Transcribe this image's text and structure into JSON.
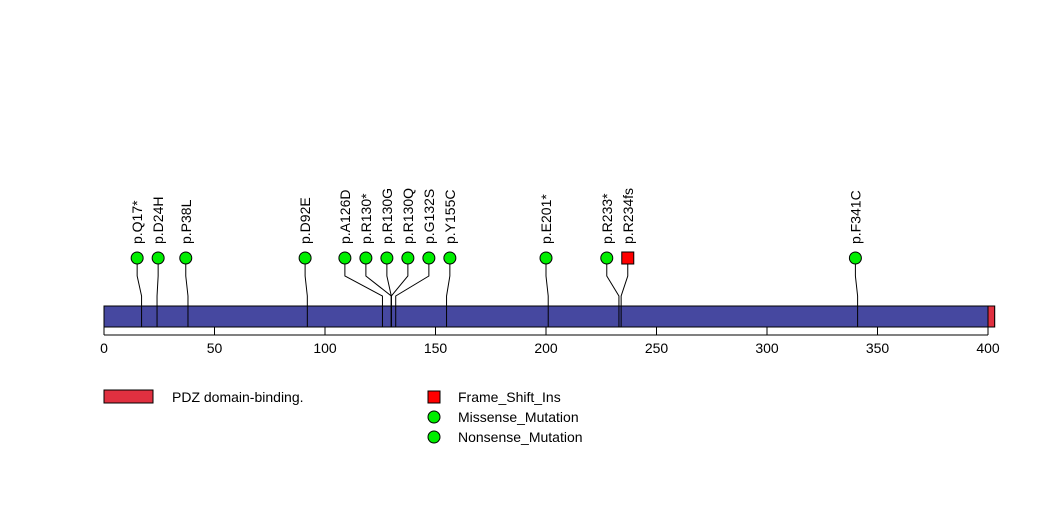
{
  "chart_data": {
    "type": "lollipop",
    "protein_length": 403,
    "xlim": [
      0,
      400
    ],
    "xticks": [
      0,
      50,
      100,
      150,
      200,
      250,
      300,
      350,
      400
    ],
    "domains": [
      {
        "name": "PDZ domain-binding.",
        "start": 400,
        "end": 403,
        "color": "#e03040"
      }
    ],
    "mutations": [
      {
        "label": "p.Q17*",
        "position": 17,
        "head_position": 15,
        "type": "Nonsense_Mutation"
      },
      {
        "label": "p.D24H",
        "position": 24,
        "head_position": 24.5,
        "type": "Missense_Mutation"
      },
      {
        "label": "p.P38L",
        "position": 38,
        "head_position": 37,
        "type": "Missense_Mutation"
      },
      {
        "label": "p.D92E",
        "position": 92,
        "head_position": 91,
        "type": "Missense_Mutation"
      },
      {
        "label": "p.A126D",
        "position": 126,
        "head_position": 109,
        "type": "Missense_Mutation"
      },
      {
        "label": "p.R130*",
        "position": 130,
        "head_position": 118.5,
        "type": "Nonsense_Mutation"
      },
      {
        "label": "p.R130G",
        "position": 130,
        "head_position": 128,
        "type": "Missense_Mutation"
      },
      {
        "label": "p.R130Q",
        "position": 130,
        "head_position": 137.5,
        "type": "Missense_Mutation"
      },
      {
        "label": "p.G132S",
        "position": 132,
        "head_position": 147,
        "type": "Missense_Mutation"
      },
      {
        "label": "p.Y155C",
        "position": 155,
        "head_position": 156.5,
        "type": "Missense_Mutation"
      },
      {
        "label": "p.E201*",
        "position": 201,
        "head_position": 200,
        "type": "Nonsense_Mutation"
      },
      {
        "label": "p.R233*",
        "position": 233,
        "head_position": 227.5,
        "type": "Nonsense_Mutation"
      },
      {
        "label": "p.R234fs",
        "position": 234,
        "head_position": 237,
        "type": "Frame_Shift_Ins"
      },
      {
        "label": "p.F341C",
        "position": 341,
        "head_position": 340,
        "type": "Missense_Mutation"
      }
    ],
    "legend_domains": [
      "PDZ domain-binding."
    ],
    "legend_types": [
      {
        "name": "Frame_Shift_Ins",
        "shape": "square",
        "color": "#ff0000"
      },
      {
        "name": "Missense_Mutation",
        "shape": "circle",
        "color": "#00ee00"
      },
      {
        "name": "Nonsense_Mutation",
        "shape": "circle",
        "color": "#00ee00"
      }
    ],
    "colors": {
      "protein": "#4648a0",
      "missense": "#00ee00",
      "frameshift": "#ff0000"
    }
  }
}
